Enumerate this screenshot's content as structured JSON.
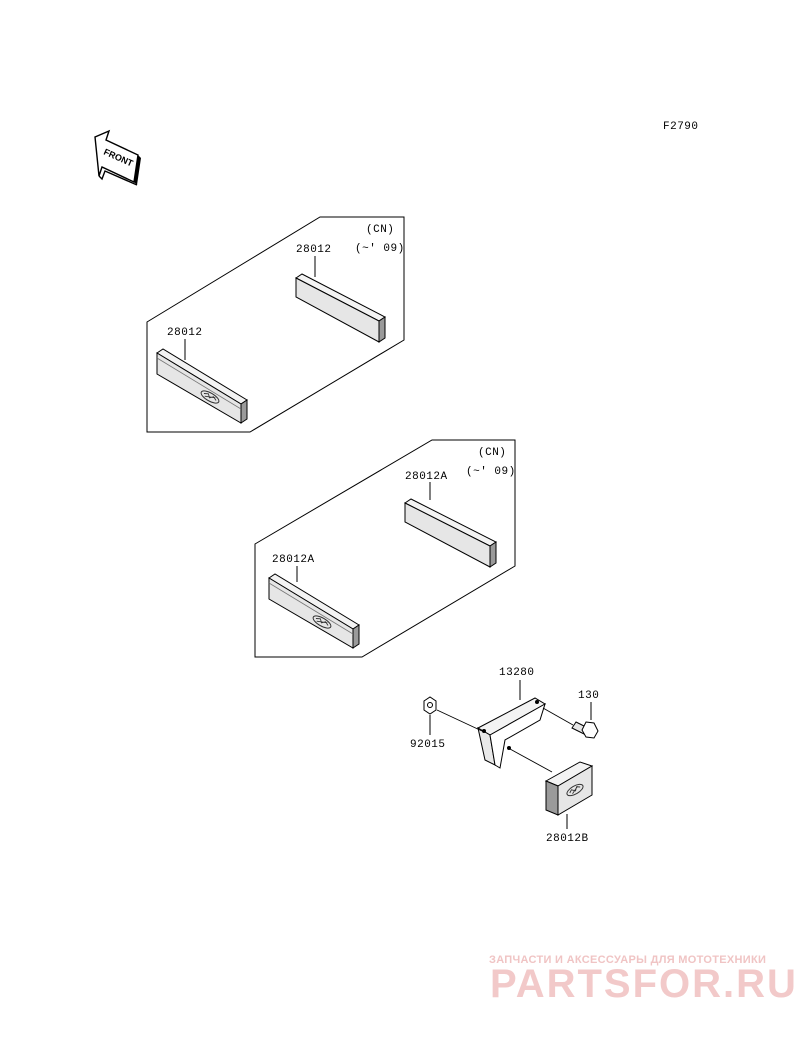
{
  "diagram_code": "F2790",
  "front_label": "FRONT",
  "group_top": {
    "note_line1": "(CN)",
    "note_line2": "(~' 09)",
    "part_rear": "28012",
    "part_front": "28012"
  },
  "group_mid": {
    "note_line1": "(CN)",
    "note_line2": "(~' 09)",
    "part_rear": "28012A",
    "part_front": "28012A"
  },
  "bracket_assembly": {
    "bracket": "13280",
    "bolt": "130",
    "nut": "92015",
    "reflector": "28012B"
  },
  "watermark": {
    "tagline": "ЗАПЧАСТИ И АКСЕССУАРЫ ДЛЯ МОТОТЕХНИКИ",
    "brand": "PARTSFOR.RU"
  },
  "colors": {
    "line": "#000000",
    "reflector_body": "#e6e6e6",
    "reflector_side": "#9a9a9a",
    "watermark": "#f0c4c4"
  }
}
